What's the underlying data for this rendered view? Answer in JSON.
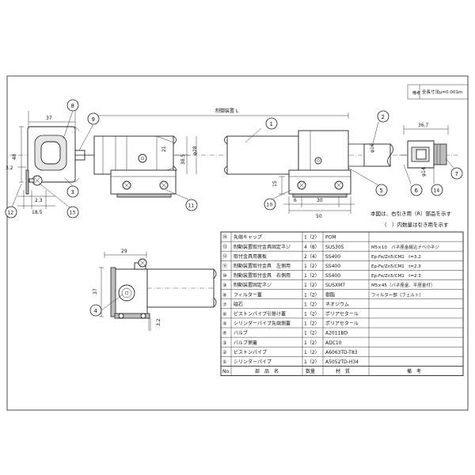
{
  "scale_note": "全長寸法μ=0.001m",
  "side_label": "備考",
  "dimensions": {
    "control_length": "制御装置 L",
    "d37_left": "37",
    "d36_7": "36.7",
    "d48": "48",
    "d32": "3.2",
    "d23": "2.3",
    "d185": "18.5",
    "d21": "21",
    "d28": "φ28",
    "d385": "38.5",
    "d16": "φ16",
    "d14": "φ14",
    "d15": "15",
    "d6": "6",
    "d30": "30",
    "d50": "50",
    "d29": "29",
    "d37_small": "37",
    "d32_small": "3.2"
  },
  "balloons": {
    "b1": "1",
    "b2": "2",
    "b3": "3",
    "b4": "4",
    "b5": "5",
    "b6": "6",
    "b7": "7",
    "b8": "8",
    "b9": "9",
    "b10": "10",
    "b11": "11",
    "b12": "12",
    "b13": "13",
    "b14": "14",
    "b4_small": "4"
  },
  "notes": {
    "note1": "本図は、右引き用（R）部品を示す",
    "note2": "（　）内数量は引き用を示す"
  },
  "bom": {
    "header": {
      "no": "No.",
      "name": "部　品　名",
      "qty": "数量",
      "material": "材　質",
      "remark": "備　考"
    },
    "rows": [
      {
        "no": "⑭",
        "name": "先端キャップ",
        "qty": "1（2）",
        "material": "POM",
        "remark": ""
      },
      {
        "no": "⑬",
        "name": "制動装置取付金具固定ネジ",
        "qty": "4（8）",
        "material": "SUS305",
        "remark": "M5×10　バネ座金組込ナベ小ネジ"
      },
      {
        "no": "⑫",
        "name": "取付金具用裏板",
        "qty": "2（4）",
        "material": "SS400",
        "remark": "Ep-Fe/Zn5/CM1　t=3.2"
      },
      {
        "no": "⑪",
        "name": "制動装置取付金具　左側用",
        "qty": "1（2）",
        "material": "SS400",
        "remark": "Ep-Fe/Zn5/CM1　t=2.3"
      },
      {
        "no": "⑩",
        "name": "制動装置取付金具　右側用",
        "qty": "1（2）",
        "material": "SS400",
        "remark": "Ep-Fe/Zn5/CM1　t=2.3"
      },
      {
        "no": "⑨",
        "name": "制動装置固定ネジ",
        "qty": "1（2）",
        "material": "SUSXM7",
        "remark": "M5×45（バネ座金、平座金付）"
      },
      {
        "no": "⑧",
        "name": "フィルター蓋",
        "qty": "1（2）",
        "material": "樹脂",
        "remark": "フィルター部（フェルト）"
      },
      {
        "no": "⑦",
        "name": "磁石",
        "qty": "1（2）",
        "material": "ネオジウム",
        "remark": ""
      },
      {
        "no": "⑥",
        "name": "ピストンパイプ引掛け蓋",
        "qty": "1（2）",
        "material": "ポリアセタール",
        "remark": ""
      },
      {
        "no": "⑤",
        "name": "シリンダーパイプ先端側蓋",
        "qty": "1（2）",
        "material": "ポリアセタール",
        "remark": ""
      },
      {
        "no": "④",
        "name": "バルブ",
        "qty": "1（2）",
        "material": "A2011BD",
        "remark": ""
      },
      {
        "no": "③",
        "name": "バルブ側蓋",
        "qty": "1（2）",
        "material": "ADC10",
        "remark": ""
      },
      {
        "no": "②",
        "name": "ピストンパイプ",
        "qty": "1（2）",
        "material": "A6063TD-T83",
        "remark": ""
      },
      {
        "no": "①",
        "name": "シリンダーパイプ",
        "qty": "1（2）",
        "material": "A5052TD-H34",
        "remark": ""
      }
    ]
  }
}
